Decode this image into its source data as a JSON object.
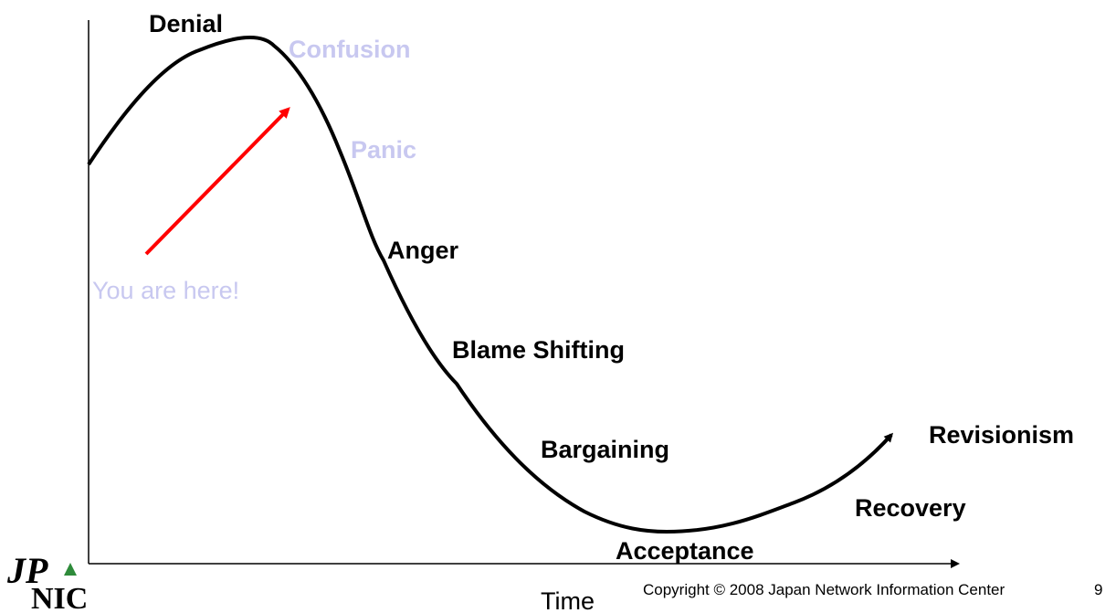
{
  "diagram": {
    "stages": {
      "denial": "Denial",
      "confusion": "Confusion",
      "panic": "Panic",
      "anger": "Anger",
      "blame_shifting": "Blame Shifting",
      "bargaining": "Bargaining",
      "acceptance": "Acceptance",
      "recovery": "Recovery",
      "revisionism": "Revisionism"
    },
    "marker_label": "You are here!",
    "x_axis_label": "Time"
  },
  "footer": {
    "copyright": "Copyright © 2008 Japan Network Information Center",
    "page_number": "9"
  },
  "logo": {
    "text_jp": "JP",
    "text_nic": "NIC"
  },
  "colors": {
    "stage_active": "#000000",
    "stage_faded": "#c8c8f0",
    "marker_arrow": "#ff0000",
    "curve": "#000000",
    "logo_green": "#2e8b3a"
  }
}
